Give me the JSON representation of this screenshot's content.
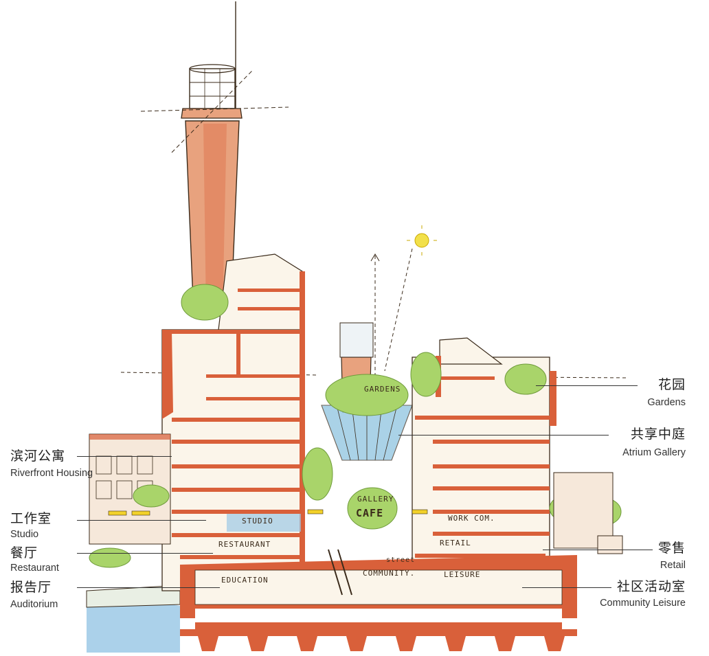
{
  "labels_left": [
    {
      "zh": "滨河公寓",
      "en": "Riverfront Housing"
    },
    {
      "zh": "工作室",
      "en": "Studio"
    },
    {
      "zh": "餐厅",
      "en": "Restaurant"
    },
    {
      "zh": "报告厅",
      "en": "Auditorium"
    }
  ],
  "labels_right": [
    {
      "zh": "花园",
      "en": "Gardens"
    },
    {
      "zh": "共享中庭",
      "en": "Atrium Gallery"
    },
    {
      "zh": "零售",
      "en": "Retail"
    },
    {
      "zh": "社区活动室",
      "en": "Community Leisure"
    }
  ],
  "sketch_text": {
    "gardens": "GARDENS",
    "gallery": "GALLERY",
    "cafe": "CAFE",
    "studio": "STUDIO",
    "restaurant": "RESTAURANT",
    "retail": "RETAIL",
    "workcom": "WORK COM.",
    "street": "street",
    "community": "COMMUNITY.",
    "leisure": "LEISURE",
    "education": "EDUCATION"
  },
  "colors": {
    "brick": "#d9603a",
    "brick_light": "#e8a27e",
    "tree": "#a9d46a",
    "glass": "#8ec3e0",
    "water": "#9cc9e6",
    "sun": "#f2e04a",
    "ink": "#3a2a1a"
  }
}
